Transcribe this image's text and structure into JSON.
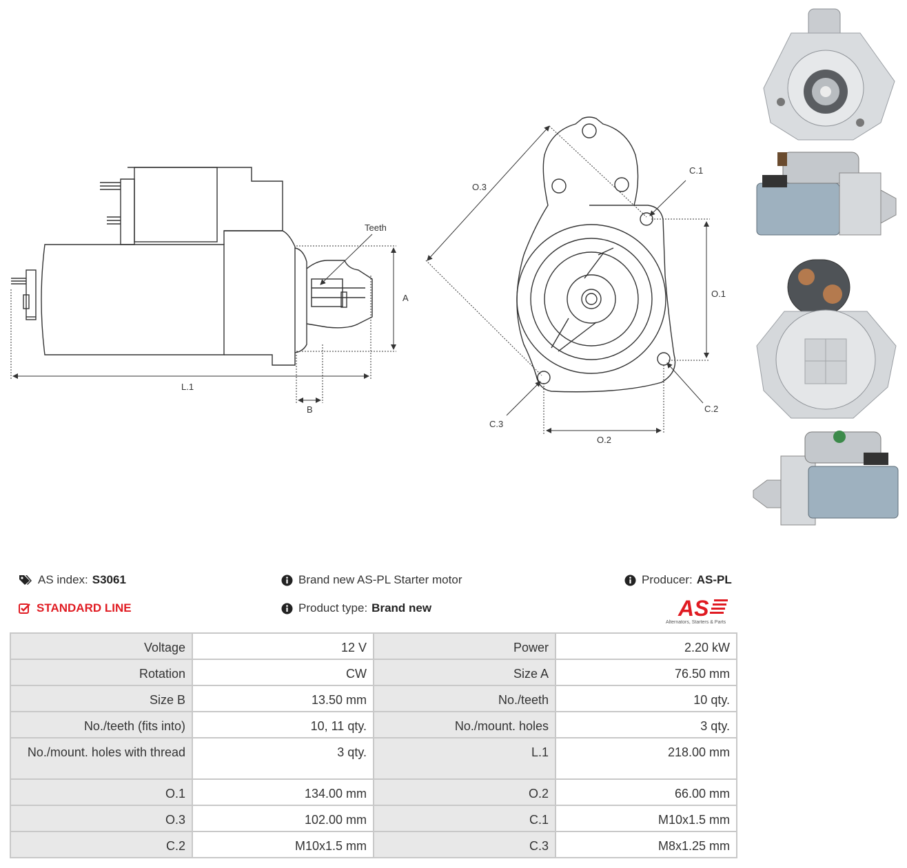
{
  "drawing": {
    "labels": {
      "teeth": "Teeth",
      "a": "A",
      "b": "B",
      "l1": "L.1",
      "o1": "O.1",
      "o2": "O.2",
      "o3": "O.3",
      "c1": "C.1",
      "c2": "C.2",
      "c3": "C.3"
    }
  },
  "photos": [
    "starter-front-view-photo",
    "starter-side-view-photo",
    "starter-rear-view-photo",
    "starter-side-view-2-photo"
  ],
  "info": {
    "index_label": "AS index:",
    "index_value": "S3061",
    "line_label": "STANDARD LINE",
    "brand_new_text": "Brand new AS-PL Starter motor",
    "product_type_label": "Product type:",
    "product_type_value": "Brand new",
    "producer_label": "Producer:",
    "producer_value": "AS-PL"
  },
  "logo": {
    "text": "AS",
    "tagline": "Alternators, Starters & Parts",
    "color": "#e01b22"
  },
  "specs": [
    [
      "Voltage",
      "12 V",
      "Power",
      "2.20 kW"
    ],
    [
      "Rotation",
      "CW",
      "Size A",
      "76.50 mm"
    ],
    [
      "Size B",
      "13.50 mm",
      "No./teeth",
      "10 qty."
    ],
    [
      "No./teeth (fits into)",
      "10, 11 qty.",
      "No./mount. holes",
      "3 qty."
    ],
    [
      "No./mount. holes with thread",
      "3 qty.",
      "L.1",
      "218.00 mm"
    ],
    [
      "O.1",
      "134.00 mm",
      "O.2",
      "66.00 mm"
    ],
    [
      "O.3",
      "102.00 mm",
      "C.1",
      "M10x1.5 mm"
    ],
    [
      "C.2",
      "M10x1.5 mm",
      "C.3",
      "M8x1.25 mm"
    ]
  ]
}
